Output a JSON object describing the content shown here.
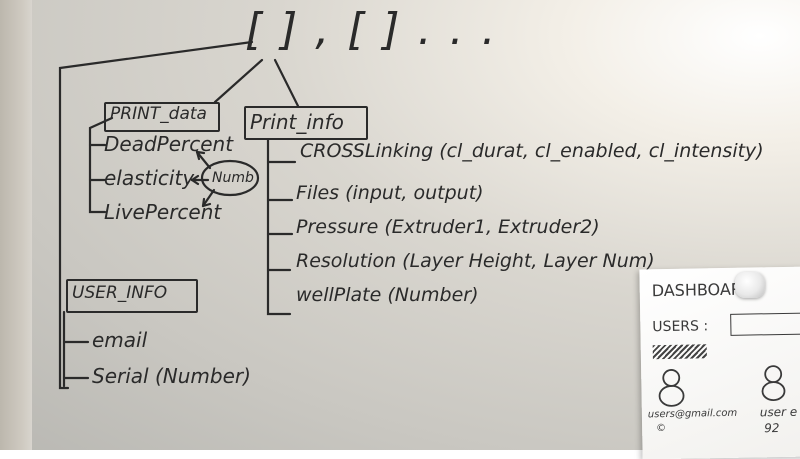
{
  "top": {
    "array_glyphs": "[      ] , [      ] . . ."
  },
  "print_data": {
    "title": "PRINT_data",
    "fields": [
      "DeadPercent",
      "elasticity",
      "LivePercent"
    ],
    "note": "Numb"
  },
  "user_info": {
    "title": "USER_INFO",
    "fields": [
      "email",
      "Serial (Number)"
    ]
  },
  "print_info": {
    "title": "Print_info",
    "fields": [
      "CROSSLinking (cl_durat, cl_enabled, cl_intensity)",
      "Files (input, output)",
      "Pressure (Extruder1, Extruder2)",
      "Resolution (Layer Height, Layer Num)",
      "wellPlate (Number)"
    ]
  },
  "dashboard": {
    "title": "DASHBOARD",
    "users_label": "USERS :",
    "user1": "users@gmail.com",
    "user1_sub": "©",
    "user2": "user e",
    "user2_sub": "92"
  }
}
